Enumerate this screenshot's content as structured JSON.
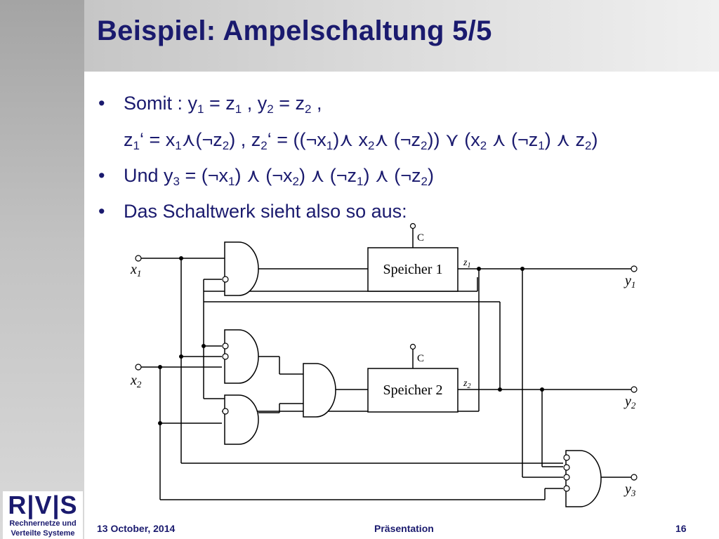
{
  "slide": {
    "title": "Beispiel: Ampelschaltung 5/5",
    "bullets": [
      {
        "line1": {
          "prefix": "Somit :  y",
          "s1": "1",
          "t1": " = z",
          "s2": "1",
          "t2": " ,  y",
          "s3": "2",
          "t3": " = z",
          "s4": "2",
          "t4": " ,"
        },
        "line2": {
          "a": "z",
          "s1": "1",
          "b": "‘ = x",
          "s2": "1",
          "c": "⋏(¬z",
          "s3": "2",
          "d": ") , z",
          "s4": "2",
          "e": "‘ = ((¬x",
          "s5": "1",
          "f": ")⋏ x",
          "s6": "2",
          "g": "⋏ (¬z",
          "s7": "2",
          "h": ")) ⋎ (x",
          "s8": "2",
          "i": " ⋏ (¬z",
          "s9": "1",
          "j": ") ⋏ z",
          "s10": "2",
          "k": ")"
        }
      },
      {
        "a": "Und y",
        "s1": "3",
        "b": " = (¬x",
        "s2": "1",
        "c": ") ⋏ (¬x",
        "s3": "2",
        "d": ") ⋏ (¬z",
        "s4": "1",
        "e": ") ⋏ (¬z",
        "s5": "2",
        "f": ")"
      },
      {
        "text": "Das Schaltwerk sieht also so aus:"
      }
    ],
    "bullet_symbol": "•"
  },
  "circuit": {
    "inputs": {
      "x1": "x",
      "x1_sub": "1",
      "x2": "x",
      "x2_sub": "2"
    },
    "outputs": {
      "y1": "y",
      "y1_sub": "1",
      "y2": "y",
      "y2_sub": "2",
      "y3": "y",
      "y3_sub": "3"
    },
    "signals": {
      "z1": "z",
      "z1_sub": "1",
      "z2": "z",
      "z2_sub": "2"
    },
    "memory1": "Speicher 1",
    "memory2": "Speicher 2",
    "clock1": "C",
    "clock2": "C"
  },
  "logo": {
    "mark": "R|V|S",
    "line1": "Rechnernetze und",
    "line2": "Verteilte Systeme"
  },
  "footer": {
    "date": "13 October, 2014",
    "center": "Präsentation",
    "page": "16"
  },
  "colors": {
    "text": "#1a1a6e",
    "circuit": "#000000"
  }
}
